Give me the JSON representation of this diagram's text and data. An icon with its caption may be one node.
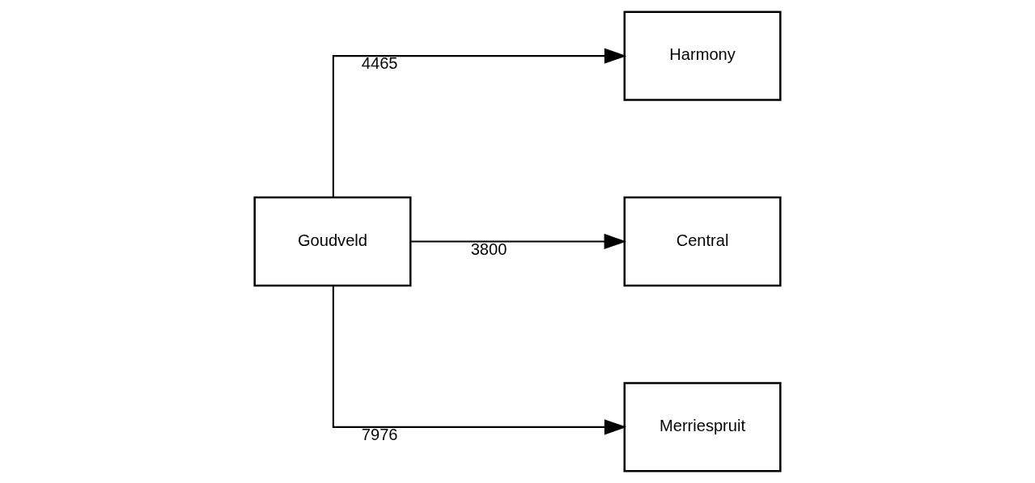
{
  "diagram": {
    "nodes": [
      {
        "text": [
          "Goudveld"
        ]
      },
      {
        "text": [
          "Harmony"
        ]
      },
      {
        "text": [
          "Central"
        ]
      },
      {
        "text": [
          "Merriespruit"
        ]
      }
    ],
    "edges": [
      {
        "from": 0,
        "to": 1,
        "arrow": "to",
        "label": "4465"
      },
      {
        "from": 0,
        "to": 2,
        "arrow": "to",
        "label": "3800"
      },
      {
        "from": 0,
        "to": 3,
        "arrow": "to",
        "label": "7976"
      }
    ]
  }
}
